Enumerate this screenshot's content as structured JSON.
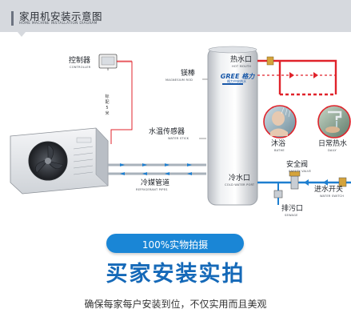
{
  "header": {
    "title": "家用机安装示意图",
    "subtitle": "HOME MACHINE INSTALLATION DIAGRAM"
  },
  "labels": {
    "controller_cn": "控制器",
    "controller_en": "CONTROLLER",
    "cable_len": "标配5米",
    "magnesium_cn": "镁棒",
    "magnesium_en": "MAGNESIUM ROD",
    "sensor_cn": "水温传感器",
    "sensor_en": "WATER STICK",
    "refrigerant_cn": "冷媒管道",
    "refrigerant_en": "REFRIGERANT PIPES",
    "hot_outlet_cn": "热水口",
    "hot_outlet_en": "HOT MOUTH",
    "cold_inlet_cn": "冷水口",
    "cold_inlet_en": "COLD WATER PORT",
    "bath_cn": "沐浴",
    "bath_en": "BATHE",
    "daily_cn": "日常热水",
    "daily_en": "DAILY",
    "safety_cn": "安全阀",
    "safety_en": "SAFETY VALVE",
    "sewage_cn": "排污口",
    "sewage_en": "SEWAGE",
    "switch_cn": "进水开关",
    "switch_en": "WATER SWITCH"
  },
  "tank": {
    "brand": "GREE 格力",
    "brand_sub": "格力中央热水"
  },
  "promo": {
    "pill": "100%实物拍摄",
    "headline": "买家安装实拍",
    "tagline": "确保每家每户安装到位，不仅实用而且美观"
  },
  "colors": {
    "hot_pipe": "#e0232b",
    "cold_pipe": "#1e7fd0",
    "accent_blue": "#1a86d6",
    "headline_blue": "#1569b8",
    "header_bg": "#d6d9de"
  },
  "icons": [
    "controller-icon",
    "outdoor-unit-icon",
    "water-tank-icon",
    "shower-icon",
    "faucet-icon",
    "valve-icon"
  ]
}
